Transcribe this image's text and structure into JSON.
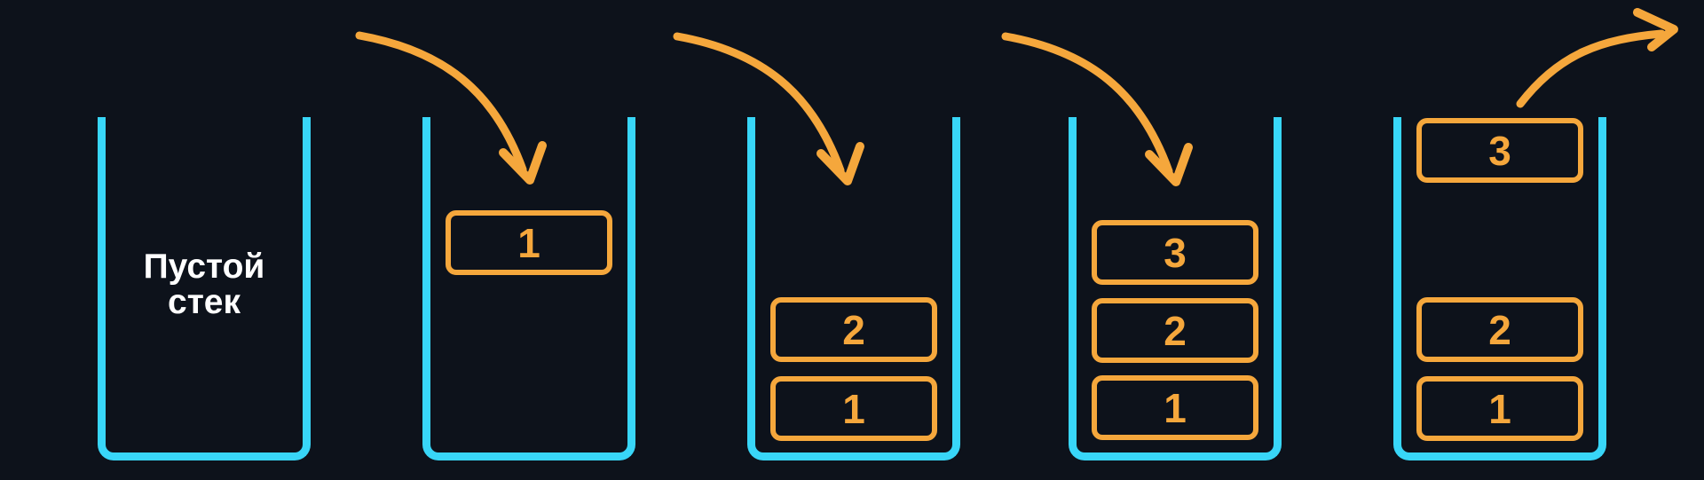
{
  "colors": {
    "background": "#0d121b",
    "container": "#38d6f8",
    "accent": "#f5a73c",
    "text": "#ffffff"
  },
  "stacks": [
    {
      "label": "Пустой стек",
      "boxes": []
    },
    {
      "boxes": [
        {
          "value": "1"
        }
      ]
    },
    {
      "boxes": [
        {
          "value": "2"
        },
        {
          "value": "1"
        }
      ]
    },
    {
      "boxes": [
        {
          "value": "3"
        },
        {
          "value": "2"
        },
        {
          "value": "1"
        }
      ]
    },
    {
      "boxes": [
        {
          "value": "3"
        },
        {
          "value": "2"
        },
        {
          "value": "1"
        }
      ]
    }
  ],
  "arrows": [
    {
      "kind": "push"
    },
    {
      "kind": "push"
    },
    {
      "kind": "push"
    },
    {
      "kind": "pop"
    }
  ]
}
